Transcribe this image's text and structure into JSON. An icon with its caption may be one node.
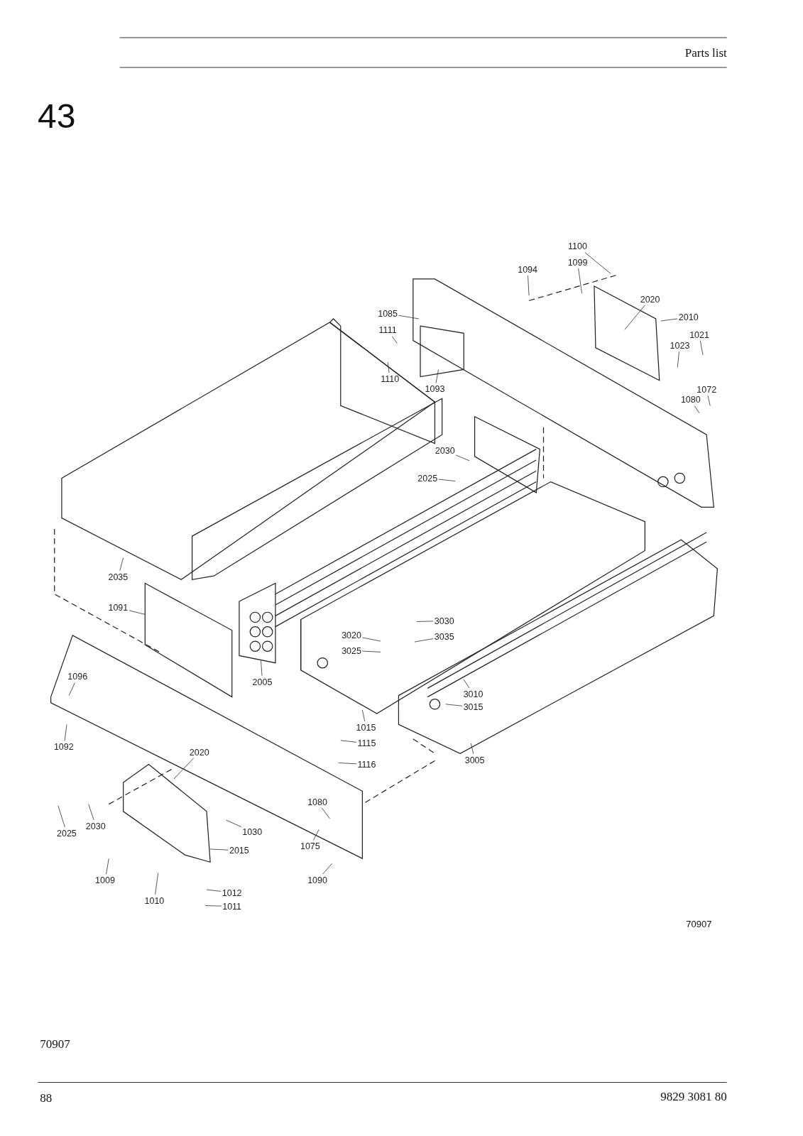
{
  "diagram": {
    "title": "43",
    "nodes": [
      {
        "text": [
          "1100"
        ]
      },
      {
        "text": [
          "1094"
        ]
      },
      {
        "text": [
          "1099"
        ]
      },
      {
        "text": [
          "2020"
        ]
      },
      {
        "text": [
          "2010"
        ]
      },
      {
        "text": [
          "1085"
        ]
      },
      {
        "text": [
          "1111"
        ]
      },
      {
        "text": [
          "1021"
        ]
      },
      {
        "text": [
          "1023"
        ]
      },
      {
        "text": [
          "1110"
        ]
      },
      {
        "text": [
          "1093"
        ]
      },
      {
        "text": [
          "1072"
        ]
      },
      {
        "text": [
          "1080"
        ]
      },
      {
        "text": [
          "2030"
        ]
      },
      {
        "text": [
          "2025"
        ]
      },
      {
        "text": [
          "2035"
        ]
      },
      {
        "text": [
          "1091"
        ]
      },
      {
        "text": [
          "3030"
        ]
      },
      {
        "text": [
          "3020"
        ]
      },
      {
        "text": [
          "3035"
        ]
      },
      {
        "text": [
          "3025"
        ]
      },
      {
        "text": [
          "1096"
        ]
      },
      {
        "text": [
          "2005"
        ]
      },
      {
        "text": [
          "3010"
        ]
      },
      {
        "text": [
          "3015"
        ]
      },
      {
        "text": [
          "1015"
        ]
      },
      {
        "text": [
          "1092"
        ]
      },
      {
        "text": [
          "1115"
        ]
      },
      {
        "text": [
          "3005"
        ]
      },
      {
        "text": [
          "1116"
        ]
      },
      {
        "text": [
          "2020"
        ]
      },
      {
        "text": [
          "1080"
        ]
      },
      {
        "text": [
          "2030"
        ]
      },
      {
        "text": [
          "1030"
        ]
      },
      {
        "text": [
          "2025"
        ]
      },
      {
        "text": [
          "1075"
        ]
      },
      {
        "text": [
          "2015"
        ]
      },
      {
        "text": [
          "1009"
        ]
      },
      {
        "text": [
          "1090"
        ]
      },
      {
        "text": [
          "1010"
        ]
      },
      {
        "text": [
          "1012"
        ]
      },
      {
        "text": [
          "1011"
        ]
      }
    ],
    "edges": [
      {
        "from": 0,
        "to": null,
        "arrow": "none"
      },
      {
        "from": 1,
        "to": null,
        "arrow": "none"
      },
      {
        "from": 2,
        "to": null,
        "arrow": "none"
      },
      {
        "from": 3,
        "to": null,
        "arrow": "none"
      },
      {
        "from": 4,
        "to": null,
        "arrow": "none"
      },
      {
        "from": 5,
        "to": null,
        "arrow": "none"
      },
      {
        "from": 6,
        "to": null,
        "arrow": "none"
      },
      {
        "from": 7,
        "to": null,
        "arrow": "none"
      },
      {
        "from": 8,
        "to": null,
        "arrow": "none"
      },
      {
        "from": 9,
        "to": null,
        "arrow": "none"
      },
      {
        "from": 10,
        "to": null,
        "arrow": "none"
      },
      {
        "from": 11,
        "to": null,
        "arrow": "none"
      },
      {
        "from": 12,
        "to": null,
        "arrow": "none"
      },
      {
        "from": 13,
        "to": null,
        "arrow": "none"
      },
      {
        "from": 14,
        "to": null,
        "arrow": "none"
      },
      {
        "from": 15,
        "to": null,
        "arrow": "none"
      },
      {
        "from": 16,
        "to": null,
        "arrow": "none"
      },
      {
        "from": 17,
        "to": null,
        "arrow": "none"
      },
      {
        "from": 18,
        "to": null,
        "arrow": "none"
      },
      {
        "from": 19,
        "to": null,
        "arrow": "none"
      },
      {
        "from": 20,
        "to": null,
        "arrow": "none"
      },
      {
        "from": 21,
        "to": null,
        "arrow": "none"
      },
      {
        "from": 22,
        "to": null,
        "arrow": "none"
      },
      {
        "from": 23,
        "to": null,
        "arrow": "none"
      },
      {
        "from": 24,
        "to": null,
        "arrow": "none"
      },
      {
        "from": 25,
        "to": null,
        "arrow": "none"
      },
      {
        "from": 26,
        "to": null,
        "arrow": "none"
      },
      {
        "from": 27,
        "to": null,
        "arrow": "none"
      },
      {
        "from": 28,
        "to": null,
        "arrow": "none"
      },
      {
        "from": 29,
        "to": null,
        "arrow": "none"
      },
      {
        "from": 30,
        "to": null,
        "arrow": "none"
      },
      {
        "from": 31,
        "to": null,
        "arrow": "none"
      },
      {
        "from": 32,
        "to": null,
        "arrow": "none"
      },
      {
        "from": 33,
        "to": null,
        "arrow": "none"
      },
      {
        "from": 34,
        "to": null,
        "arrow": "none"
      },
      {
        "from": 35,
        "to": null,
        "arrow": "none"
      },
      {
        "from": 36,
        "to": null,
        "arrow": "none"
      },
      {
        "from": 37,
        "to": null,
        "arrow": "none"
      },
      {
        "from": 38,
        "to": null,
        "arrow": "none"
      },
      {
        "from": 39,
        "to": null,
        "arrow": "none"
      },
      {
        "from": 40,
        "to": null,
        "arrow": "none"
      },
      {
        "from": 41,
        "to": null,
        "arrow": "none"
      }
    ],
    "labels": [
      "Parts list",
      "70907",
      "70907",
      "88",
      "9829 3081 80"
    ]
  }
}
